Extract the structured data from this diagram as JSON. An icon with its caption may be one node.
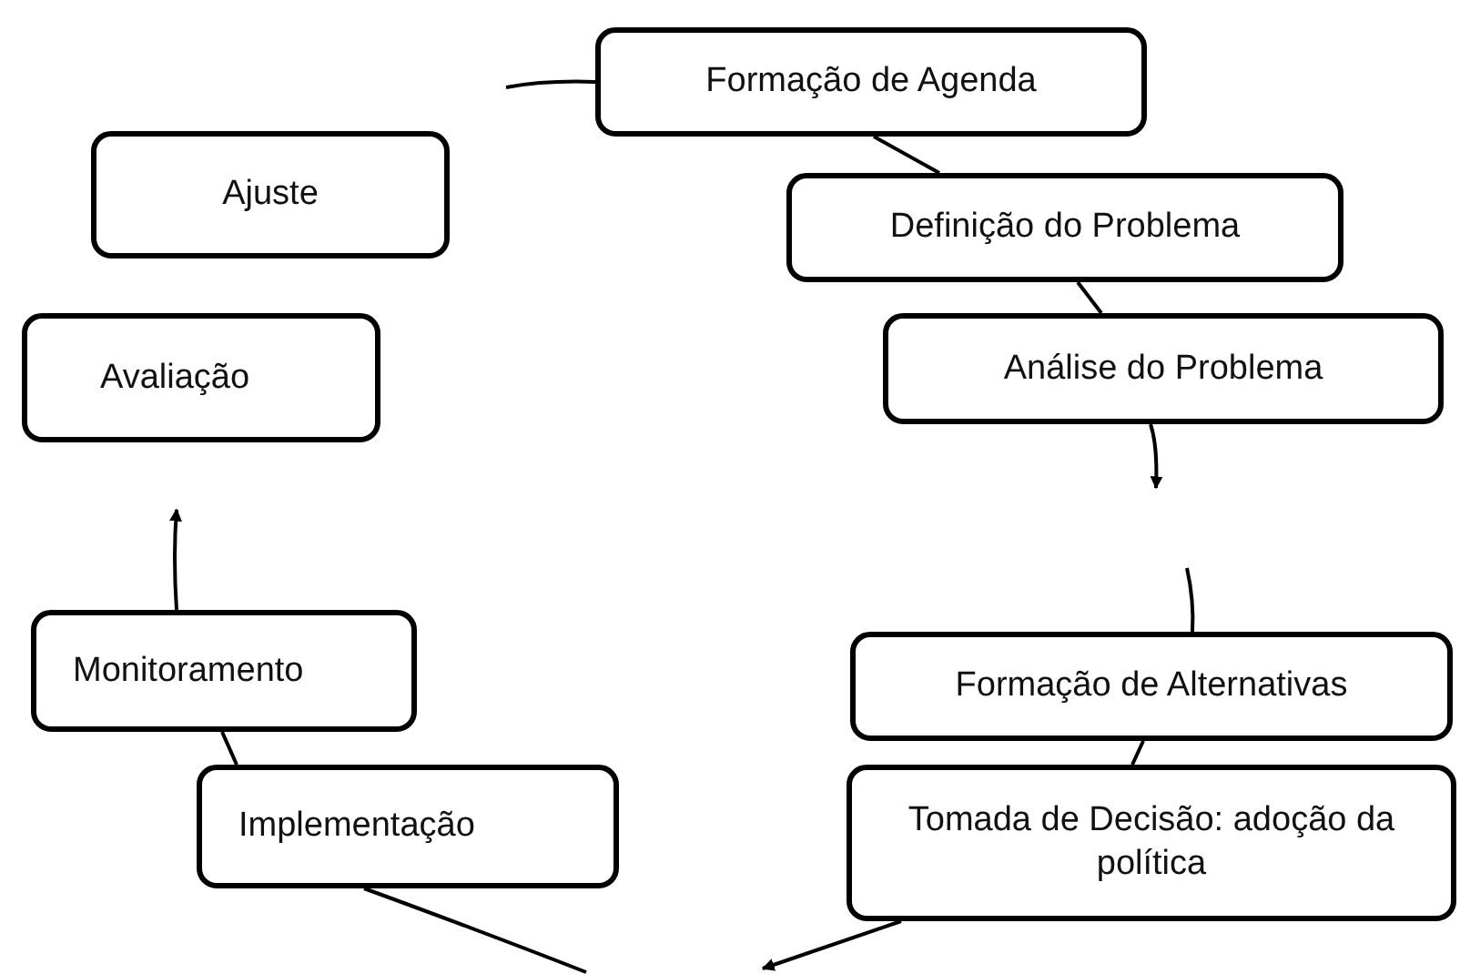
{
  "diagram": {
    "nodes": [
      {
        "text": [
          "Formação de Agenda"
        ]
      },
      {
        "text": [
          "Ajuste"
        ]
      },
      {
        "text": [
          "Definição do Problema"
        ]
      },
      {
        "text": [
          "Avaliação"
        ]
      },
      {
        "text": [
          "Análise do Problema"
        ]
      },
      {
        "text": [
          "Monitoramento"
        ]
      },
      {
        "text": [
          "Formação de Alternativas"
        ]
      },
      {
        "text": [
          "Implementação"
        ]
      },
      {
        "text": [
          "Tomada de Decisão: adoção da política"
        ]
      }
    ],
    "edges": [
      {
        "from": null,
        "to": 0,
        "arrow": "none"
      },
      {
        "from": 0,
        "to": 2,
        "arrow": "none"
      },
      {
        "from": 2,
        "to": 4,
        "arrow": "none"
      },
      {
        "from": 4,
        "to": null,
        "arrow": "to"
      },
      {
        "from": null,
        "to": 6,
        "arrow": "none"
      },
      {
        "from": 6,
        "to": 8,
        "arrow": "none"
      },
      {
        "from": 8,
        "to": null,
        "arrow": "to"
      },
      {
        "from": 7,
        "to": null,
        "arrow": "none"
      },
      {
        "from": 5,
        "to": 7,
        "arrow": "none"
      },
      {
        "from": 5,
        "to": null,
        "arrow": "to"
      }
    ]
  }
}
